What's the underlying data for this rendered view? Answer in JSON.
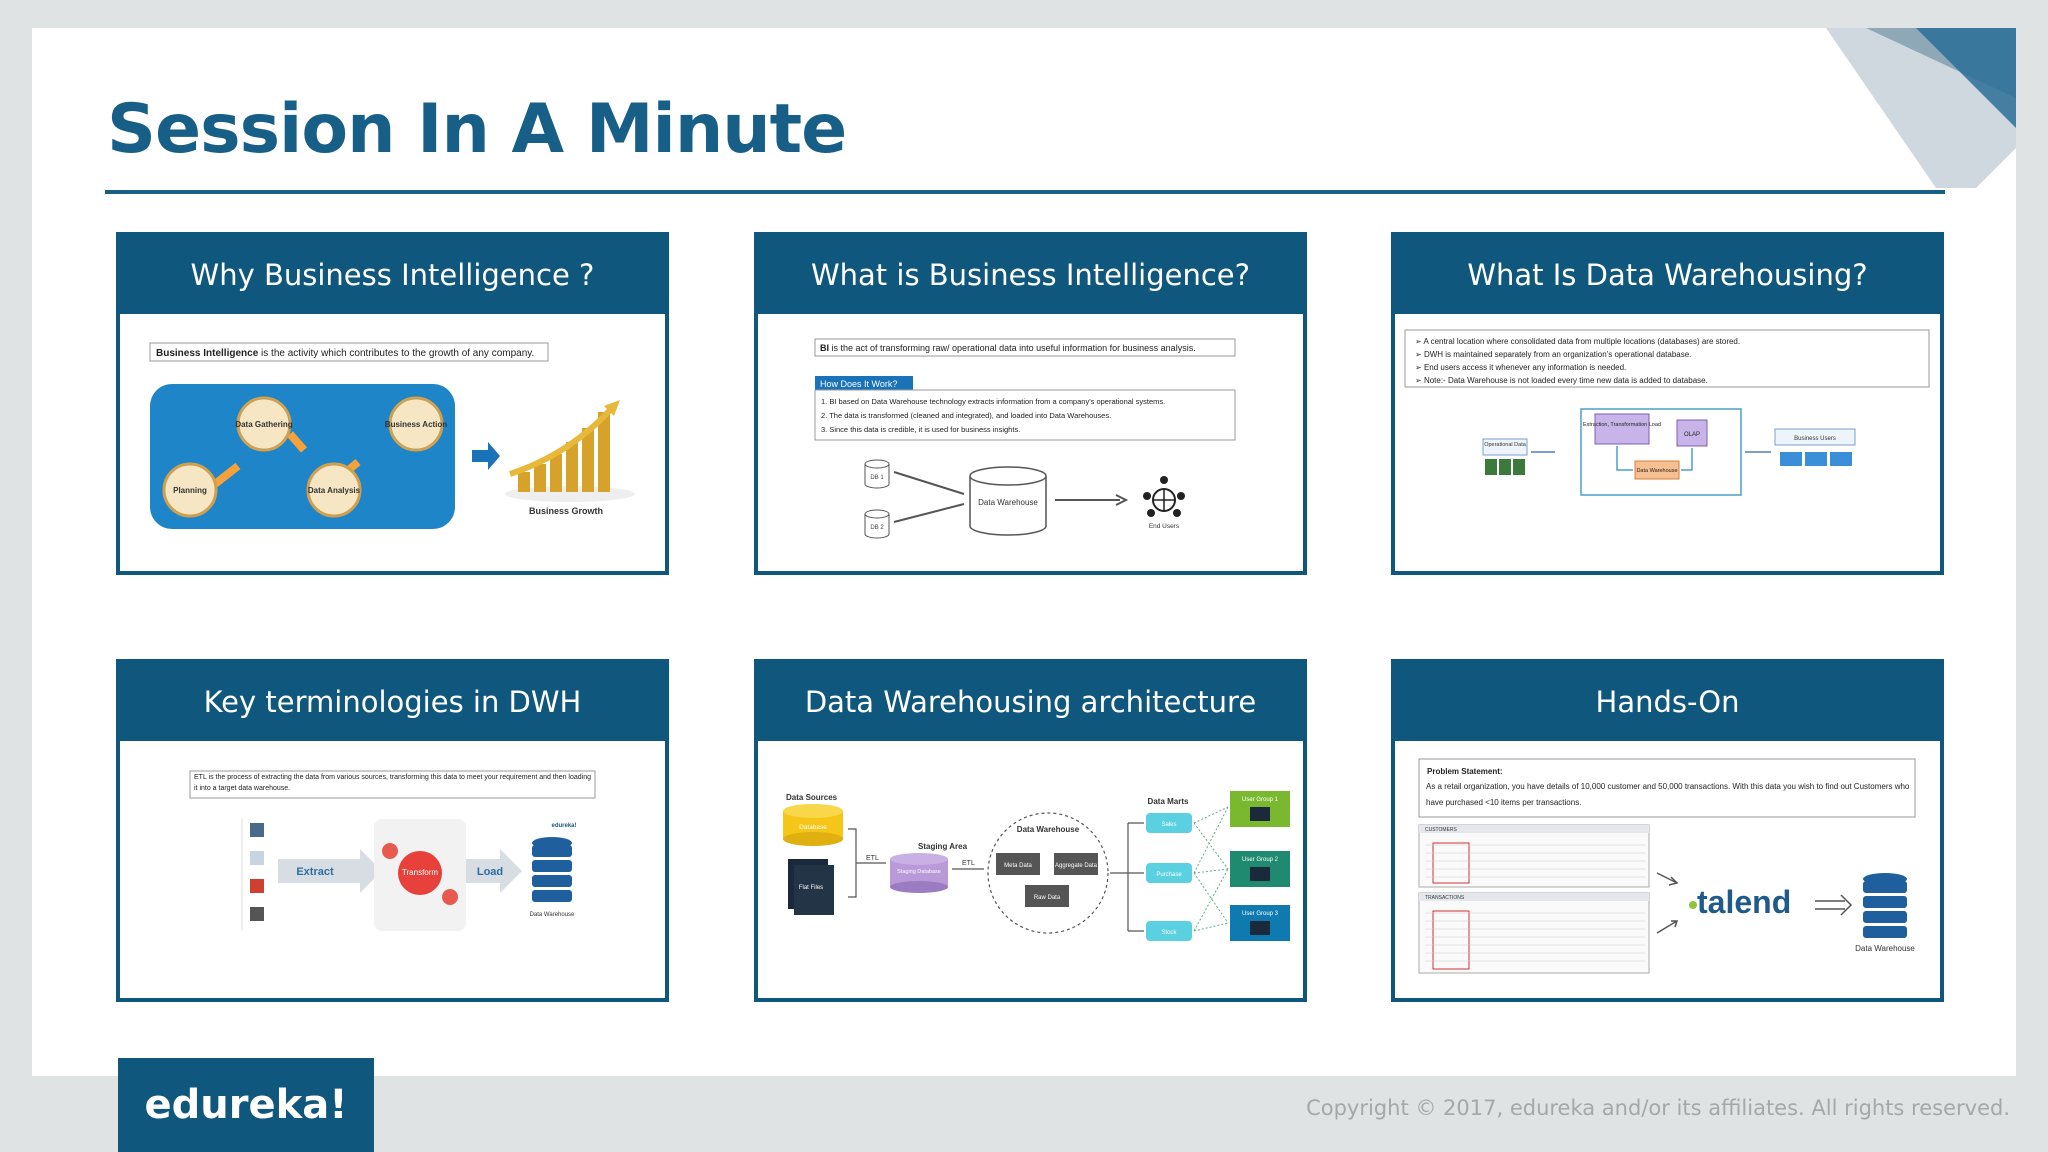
{
  "slide": {
    "title": "Session In A Minute",
    "cards": [
      {
        "heading": "Why Business Intelligence ?",
        "definition_bold": "Business Intelligence",
        "definition_rest": " is the activity which contributes to the growth of any company.",
        "cycle_steps": [
          "Planning",
          "Data Gathering",
          "Data Analysis",
          "Business Action"
        ],
        "growth_label": "Business Growth"
      },
      {
        "heading": "What is Business Intelligence?",
        "definition_bold": "BI",
        "definition_rest": " is the act of transforming raw/ operational data into useful information for business analysis.",
        "how_title": "How Does It Work?",
        "how_points": [
          "BI based on Data Warehouse technology extracts information from a company's operational systems.",
          "The data is transformed (cleaned and integrated), and loaded into Data Warehouses.",
          "Since this data is credible, it is used for business insights."
        ],
        "db_labels": [
          "DB 1",
          "DB 2"
        ],
        "warehouse_label": "Data Warehouse",
        "users_label": "End Users"
      },
      {
        "heading": "What Is Data Warehousing?",
        "points": [
          "A central location where consolidated data from multiple locations (databases) are stored.",
          "DWH is maintained separately from an organization's operational database.",
          "End users access it whenever any information is needed.",
          "Note:- Data Warehouse is not loaded every time new data is added to database."
        ],
        "diagram": {
          "operational": "Operational Data",
          "etl": "Extraction, Transformation Load",
          "olap": "OLAP",
          "warehouse": "Data Warehouse",
          "users": "Business Users"
        }
      },
      {
        "heading": "Key terminologies in DWH",
        "definition": "ETL is the process of extracting the data from various sources, transforming this data to meet your requirement and then loading it into a target data warehouse.",
        "extract": "Extract",
        "transform": "Transform",
        "load": "Load",
        "target": "Data Warehouse",
        "brand": "edureka!"
      },
      {
        "heading": "Data Warehousing architecture",
        "data_sources": "Data Sources",
        "database": "Database",
        "flat_files": "Flat Files",
        "staging_area": "Staging Area",
        "staging_db": "Staging Database",
        "etl": "ETL",
        "warehouse": "Data Warehouse",
        "meta": "Meta Data",
        "aggregate": "Aggregate Data",
        "raw": "Raw Data",
        "data_marts": "Data Marts",
        "marts": [
          "Sales",
          "Purchase",
          "Stock"
        ],
        "groups": [
          "User Group 1",
          "User Group 2",
          "User Group 3"
        ]
      },
      {
        "heading": "Hands-On",
        "problem_title": "Problem Statement",
        "problem_text": "As a retail organization, you have details of 10,000 customer and 50,000 transactions. With this data you wish to find out Customers who have purchased <10 items per transactions.",
        "table_tabs": [
          "CUSTOMERS",
          "TRANSACTIONS"
        ],
        "brand": "talend",
        "target": "Data Warehouse"
      }
    ]
  },
  "footer": {
    "logo": "edureka!",
    "copyright": "Copyright © 2017, edureka and/or its affiliates. All rights reserved."
  },
  "colors": {
    "primary": "#10577d",
    "accent": "#1a73b8",
    "gold": "#d6a22a"
  }
}
